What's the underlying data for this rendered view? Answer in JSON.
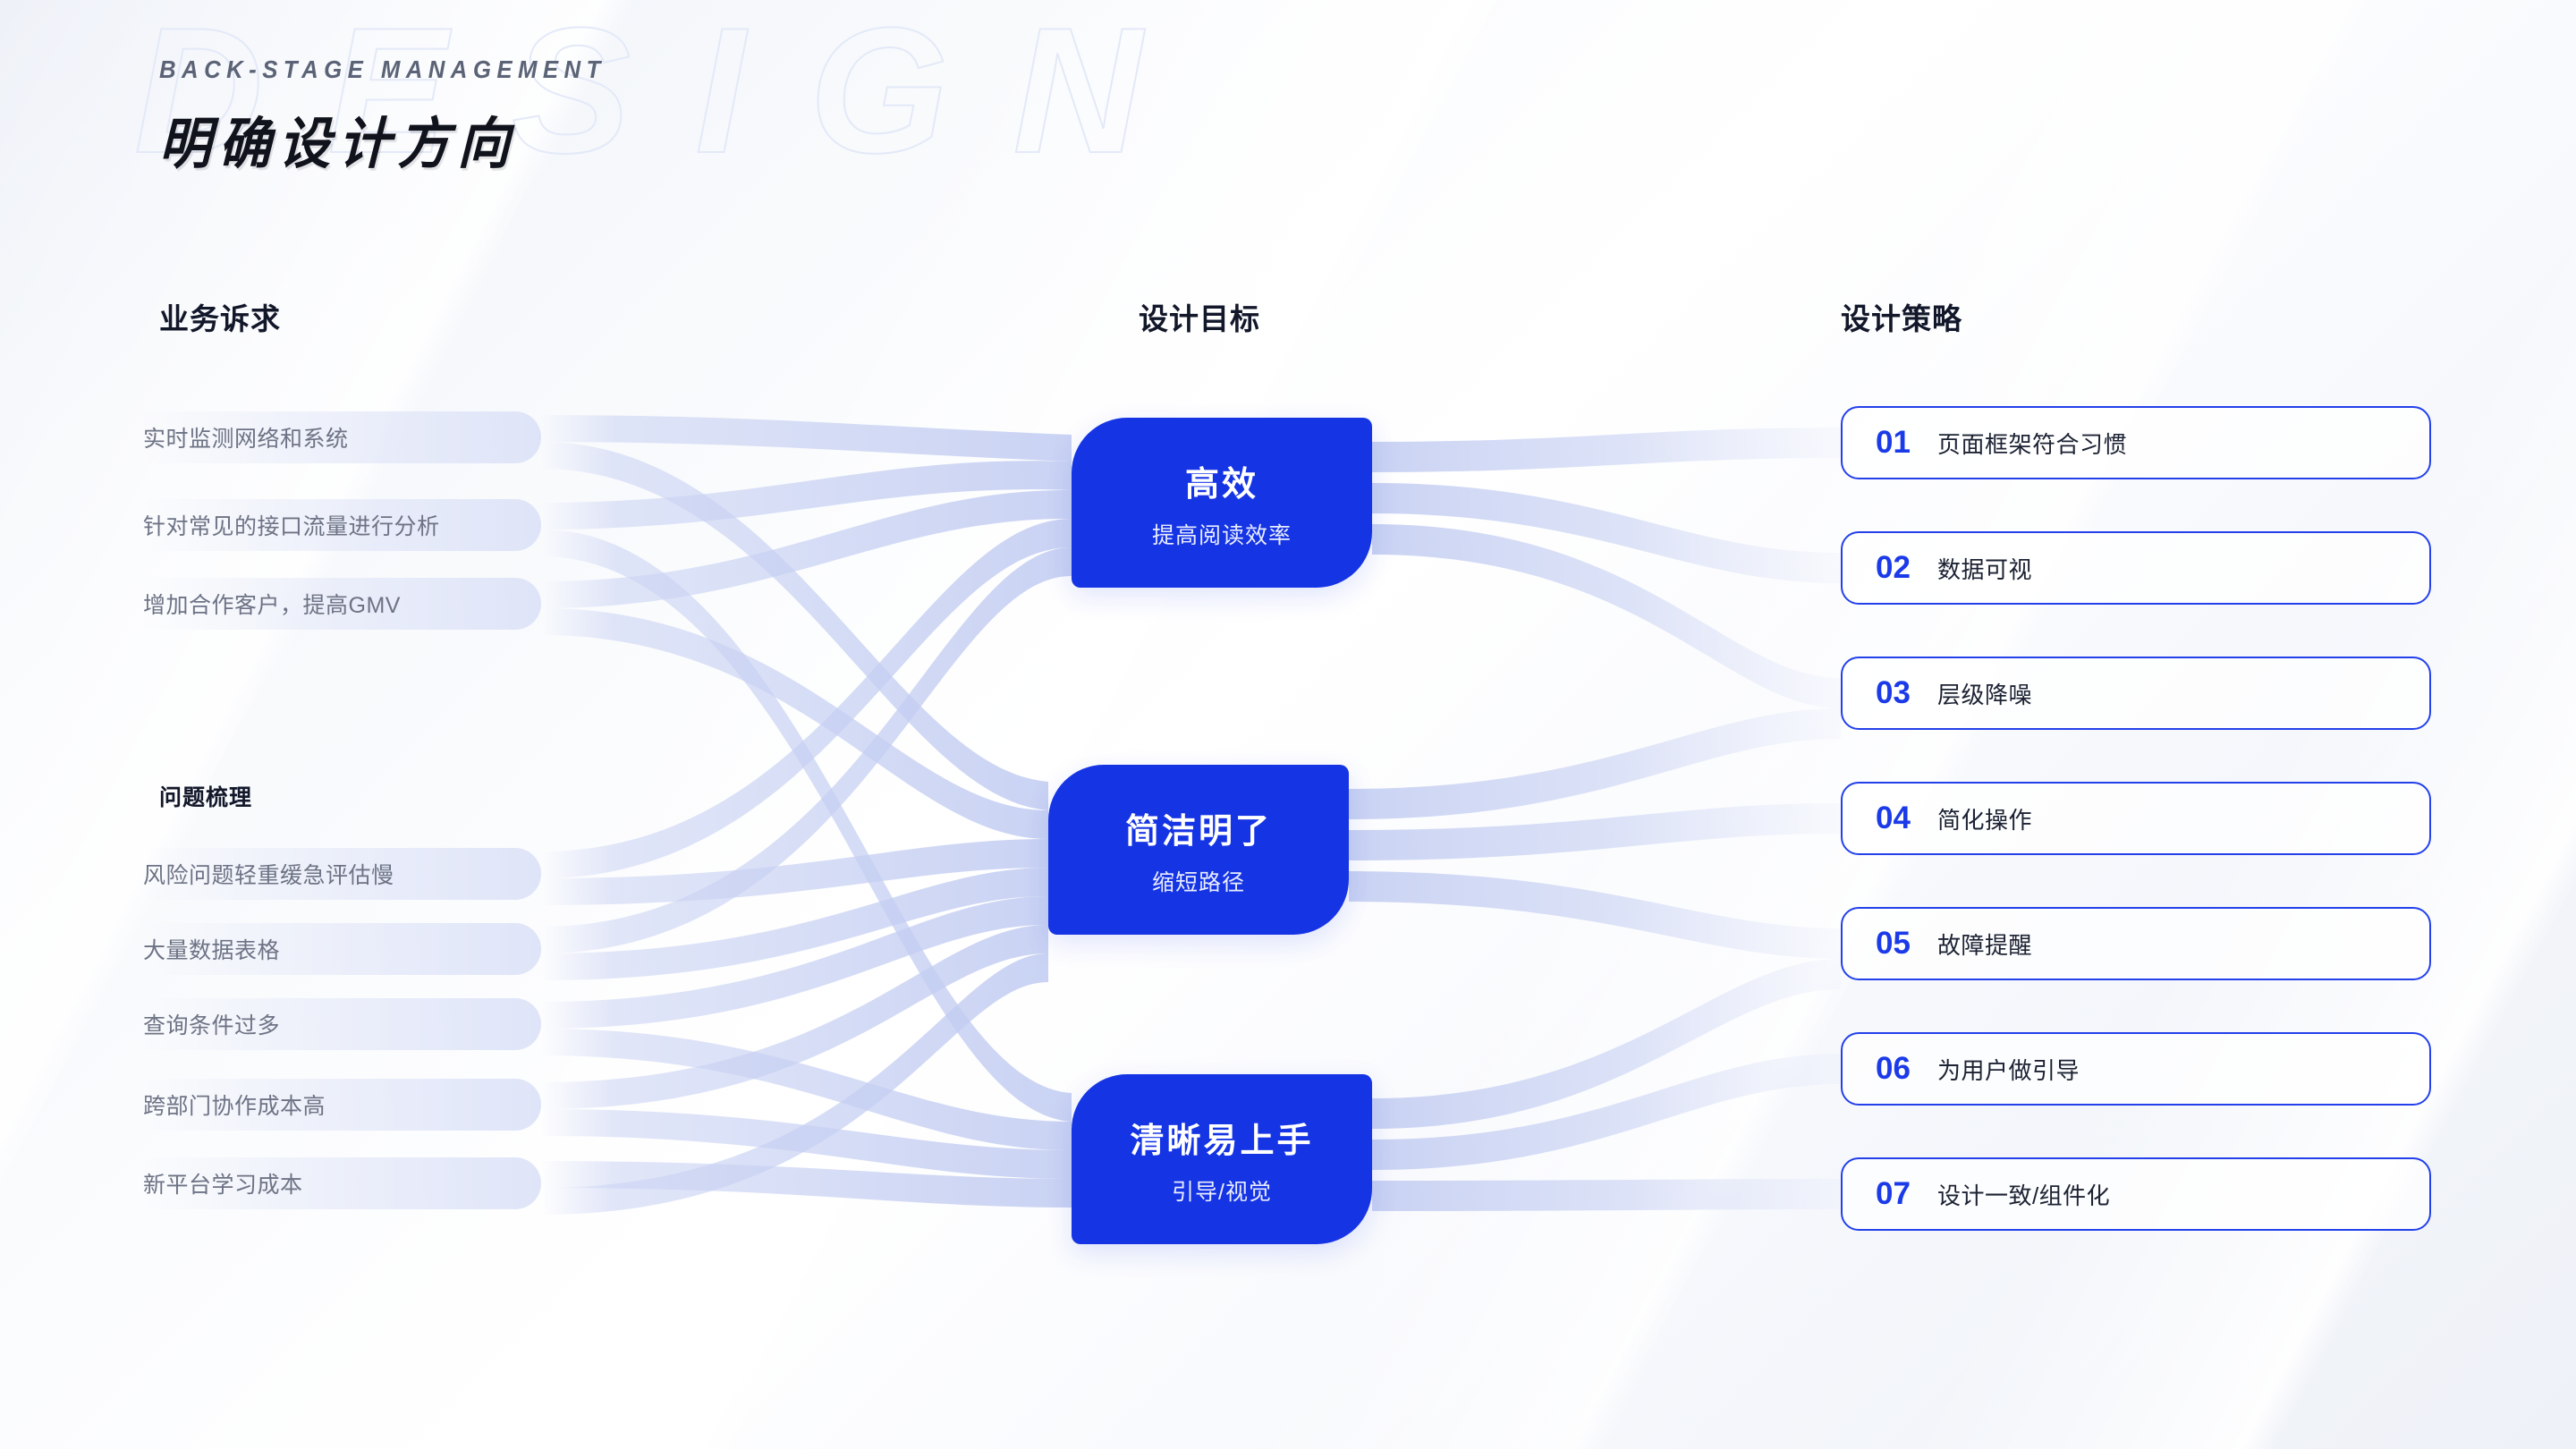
{
  "watermark": "DESIGN",
  "header": {
    "eyebrow": "BACK-STAGE MANAGEMENT",
    "headline": "明确设计方向"
  },
  "columns": {
    "left_title": "业务诉求",
    "left_subtitle": "问题梳理",
    "middle_title": "设计目标",
    "right_title": "设计策略"
  },
  "business_needs": [
    {
      "label": "实时监测网络和系统"
    },
    {
      "label": "针对常见的接口流量进行分析"
    },
    {
      "label": "增加合作客户，提高GMV"
    }
  ],
  "problems": [
    {
      "label": "风险问题轻重缓急评估慢"
    },
    {
      "label": "大量数据表格"
    },
    {
      "label": "查询条件过多"
    },
    {
      "label": "跨部门协作成本高"
    },
    {
      "label": "新平台学习成本"
    }
  ],
  "goals": [
    {
      "title": "高效",
      "subtitle": "提高阅读效率"
    },
    {
      "title": "简洁明了",
      "subtitle": "缩短路径"
    },
    {
      "title": "清晰易上手",
      "subtitle": "引导/视觉"
    }
  ],
  "strategies": [
    {
      "num": "01",
      "label": "页面框架符合习惯"
    },
    {
      "num": "02",
      "label": "数据可视"
    },
    {
      "num": "03",
      "label": "层级降噪"
    },
    {
      "num": "04",
      "label": "简化操作"
    },
    {
      "num": "05",
      "label": "故障提醒"
    },
    {
      "num": "06",
      "label": "为用户做引导"
    },
    {
      "num": "07",
      "label": "设计一致/组件化"
    }
  ],
  "colors": {
    "accent_blue": "#1534e4",
    "card_border": "#2340ea",
    "ribbon": "#c7d0f2",
    "ink": "#12172a",
    "muted": "#6d7385"
  }
}
